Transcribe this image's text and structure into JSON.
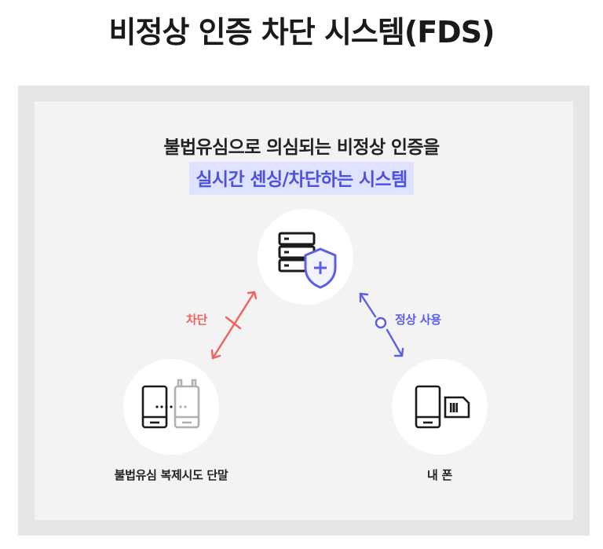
{
  "title": "비정상 인증 차단 시스템(FDS)",
  "headline": {
    "line1": "불법유심으로 의심되는 비정상 인증을",
    "line2": "실시간 센싱/차단하는 시스템"
  },
  "nodes": {
    "server": {
      "icon": "server-shield-icon"
    },
    "illegal_device": {
      "label": "불법유심 복제시도 단말",
      "icon": "cloned-phones-icon"
    },
    "my_phone": {
      "label": "내 폰",
      "icon": "phone-sim-icon"
    }
  },
  "edges": {
    "block": {
      "label": "차단",
      "color": "#f0625a"
    },
    "normal": {
      "label": "정상 사용",
      "color": "#5b5fe8"
    }
  },
  "colors": {
    "accent_blue": "#5b5fe8",
    "highlight_bg": "#dfe3ff",
    "block_red": "#f0625a"
  }
}
